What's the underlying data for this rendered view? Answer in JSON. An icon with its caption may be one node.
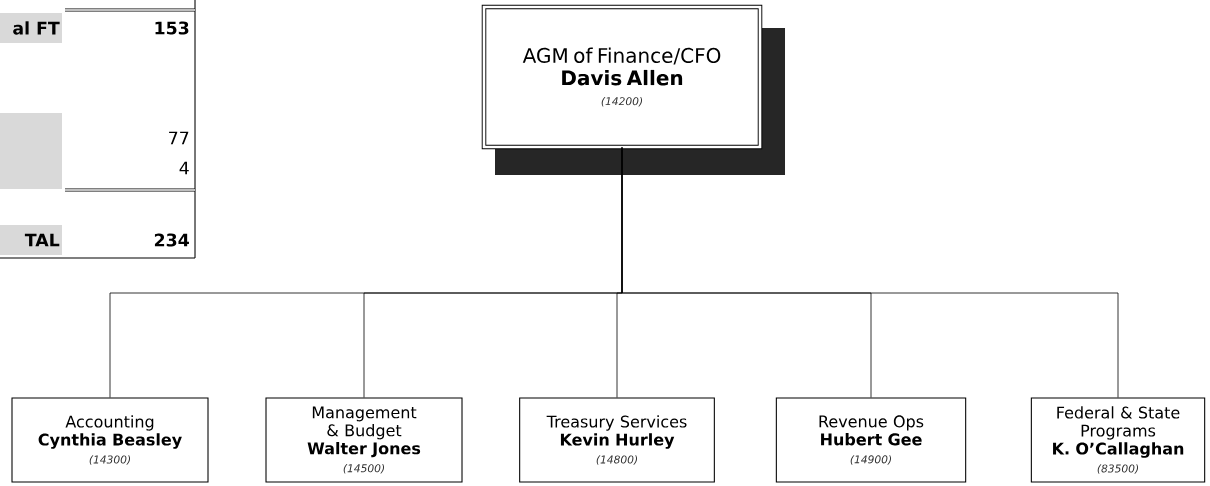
{
  "diagram": {
    "nodes": [
      {
        "text": [
          "AGM of Finance/CFO",
          "Davis Allen",
          "(14200)"
        ]
      },
      {
        "text": [
          "Accounting",
          "Cynthia Beasley",
          "(14300)"
        ]
      },
      {
        "text": [
          "Management & Budget",
          "Walter Jones",
          "(14500)"
        ]
      },
      {
        "text": [
          "Treasury Services",
          "Kevin Hurley",
          "(14800)"
        ]
      },
      {
        "text": [
          "Revenue Ops",
          "Hubert Gee",
          "(14900)"
        ]
      },
      {
        "text": [
          "Federal & State Programs",
          "K. O’Callaghan",
          "(83500)"
        ]
      }
    ],
    "edges": [
      {
        "from": 0,
        "to": 1,
        "arrow": "none"
      },
      {
        "from": 0,
        "to": 2,
        "arrow": "none"
      },
      {
        "from": 0,
        "to": 3,
        "arrow": "none"
      },
      {
        "from": 0,
        "to": 4,
        "arrow": "none"
      },
      {
        "from": 0,
        "to": 5,
        "arrow": "none"
      }
    ],
    "labels": [
      "al FT",
      "153",
      "77",
      "4",
      "TAL",
      "234"
    ]
  }
}
